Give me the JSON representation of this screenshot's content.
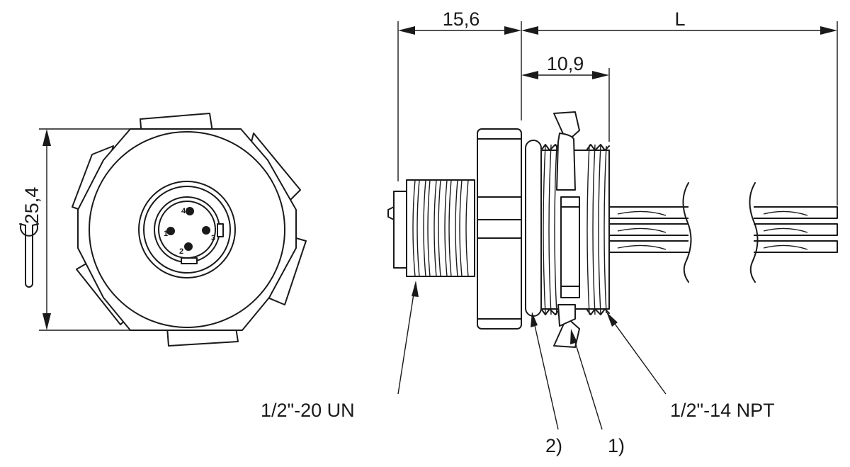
{
  "dimensions": {
    "diameter": "25,4",
    "front_length": "15,6",
    "thread_length": "10,9",
    "cable_length": "L"
  },
  "threads": {
    "front": "1/2\"-20 UN",
    "rear": "1/2\"-14 NPT"
  },
  "callouts": {
    "seal": "2)",
    "nut": "1)"
  },
  "pins": [
    "1",
    "2",
    "3",
    "4"
  ],
  "icons": {
    "wrench": "wrench-icon"
  }
}
